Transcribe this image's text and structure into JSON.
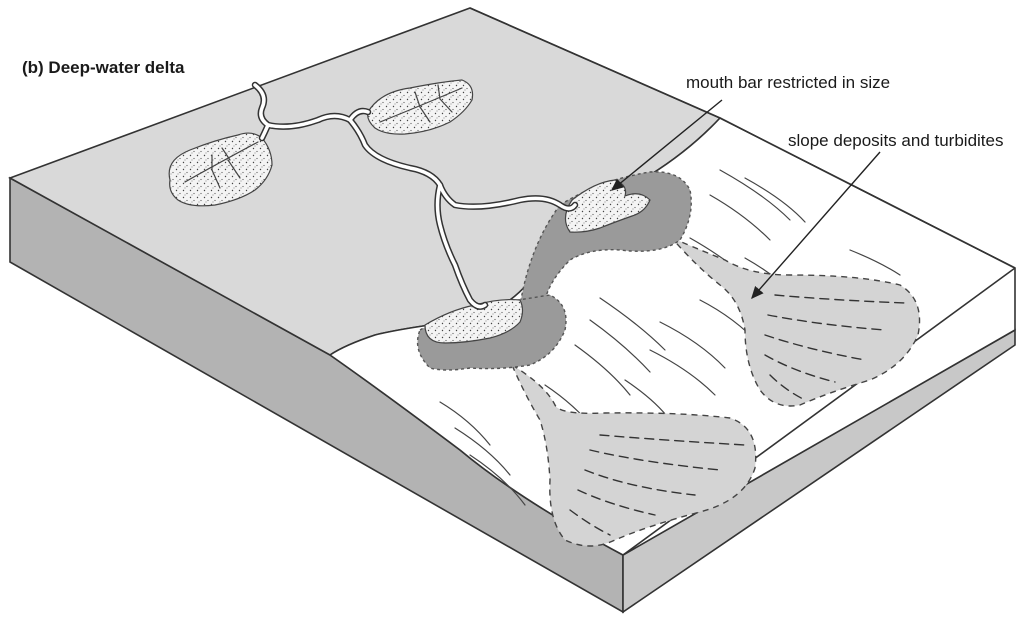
{
  "title": "(b) Deep-water delta",
  "labels": {
    "mouth_bar": "mouth bar restricted in size",
    "slope_deposits": "slope deposits and turbidites"
  },
  "colors": {
    "plain": "#d9d9d9",
    "block_side": "#b3b3b3",
    "block_front": "#c8c8c8",
    "slope": "#ffffff",
    "prodelta": "#9a9a9a",
    "turbidite_fan": "#d4d4d4"
  }
}
